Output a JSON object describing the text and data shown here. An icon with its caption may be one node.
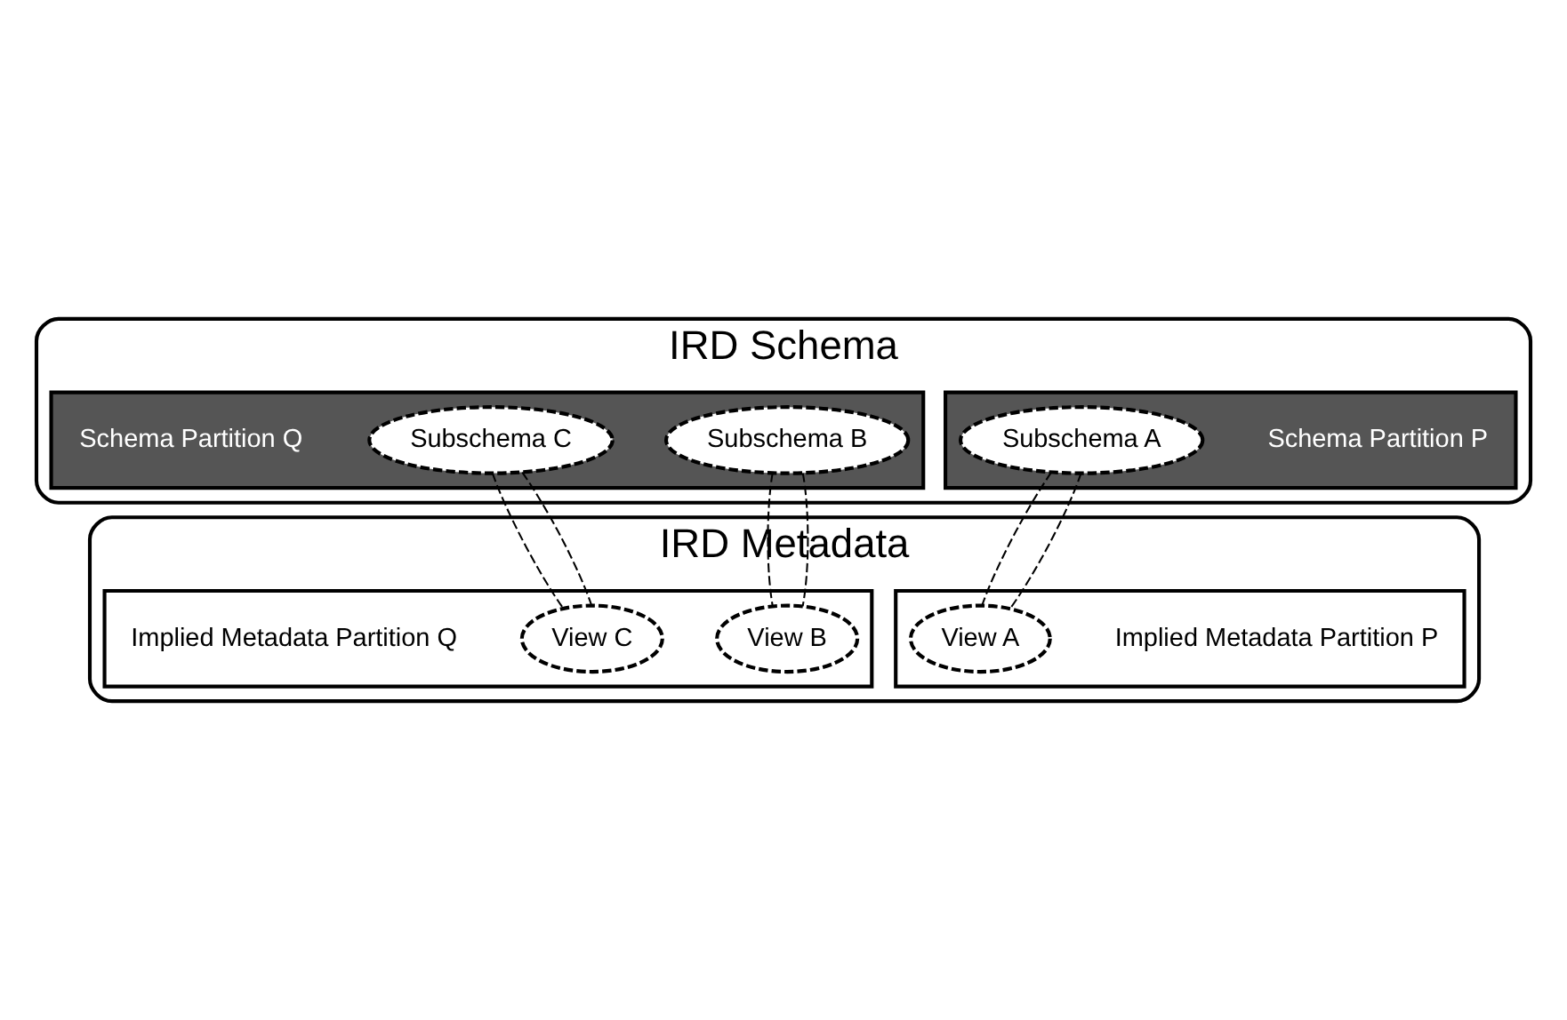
{
  "diagram": {
    "nodes": [
      {
        "text": [
          "IRD Schema"
        ]
      },
      {
        "text": [],
        "shape": "box",
        "in": 0,
        "beside": [
          "Schema Partition P"
        ]
      },
      {
        "text": [
          "Subschema A"
        ],
        "in": 1
      },
      {
        "text": [],
        "shape": "box",
        "in": 0,
        "beside": [
          "Schema Partition Q"
        ]
      },
      {
        "text": [
          "Subschema B"
        ],
        "in": 3
      },
      {
        "text": [
          "Subschema C"
        ],
        "in": 3
      },
      {
        "text": [
          "IRD Metadata"
        ]
      },
      {
        "text": [],
        "shape": "box",
        "in": 6,
        "beside": [
          "Implied Metadata Partition P"
        ]
      },
      {
        "text": [
          "View A"
        ],
        "in": 7
      },
      {
        "text": [],
        "shape": "box",
        "in": 6,
        "beside": [
          "Implied Metadata Partition Q"
        ]
      },
      {
        "text": [
          "View B"
        ],
        "in": 9
      },
      {
        "text": [
          "View C"
        ],
        "in": 9
      }
    ],
    "edges": [
      {
        "from": 2,
        "to": 8,
        "arrow": "none",
        "style": "dashed"
      },
      {
        "from": 2,
        "to": 8,
        "arrow": "none",
        "style": "dashed"
      },
      {
        "from": 4,
        "to": 10,
        "arrow": "none",
        "style": "dashed"
      },
      {
        "from": 4,
        "to": 10,
        "arrow": "none",
        "style": "dashed"
      },
      {
        "from": 5,
        "to": 11,
        "arrow": "none",
        "style": "dashed"
      },
      {
        "from": 5,
        "to": 11,
        "arrow": "none",
        "style": "dashed"
      }
    ]
  }
}
